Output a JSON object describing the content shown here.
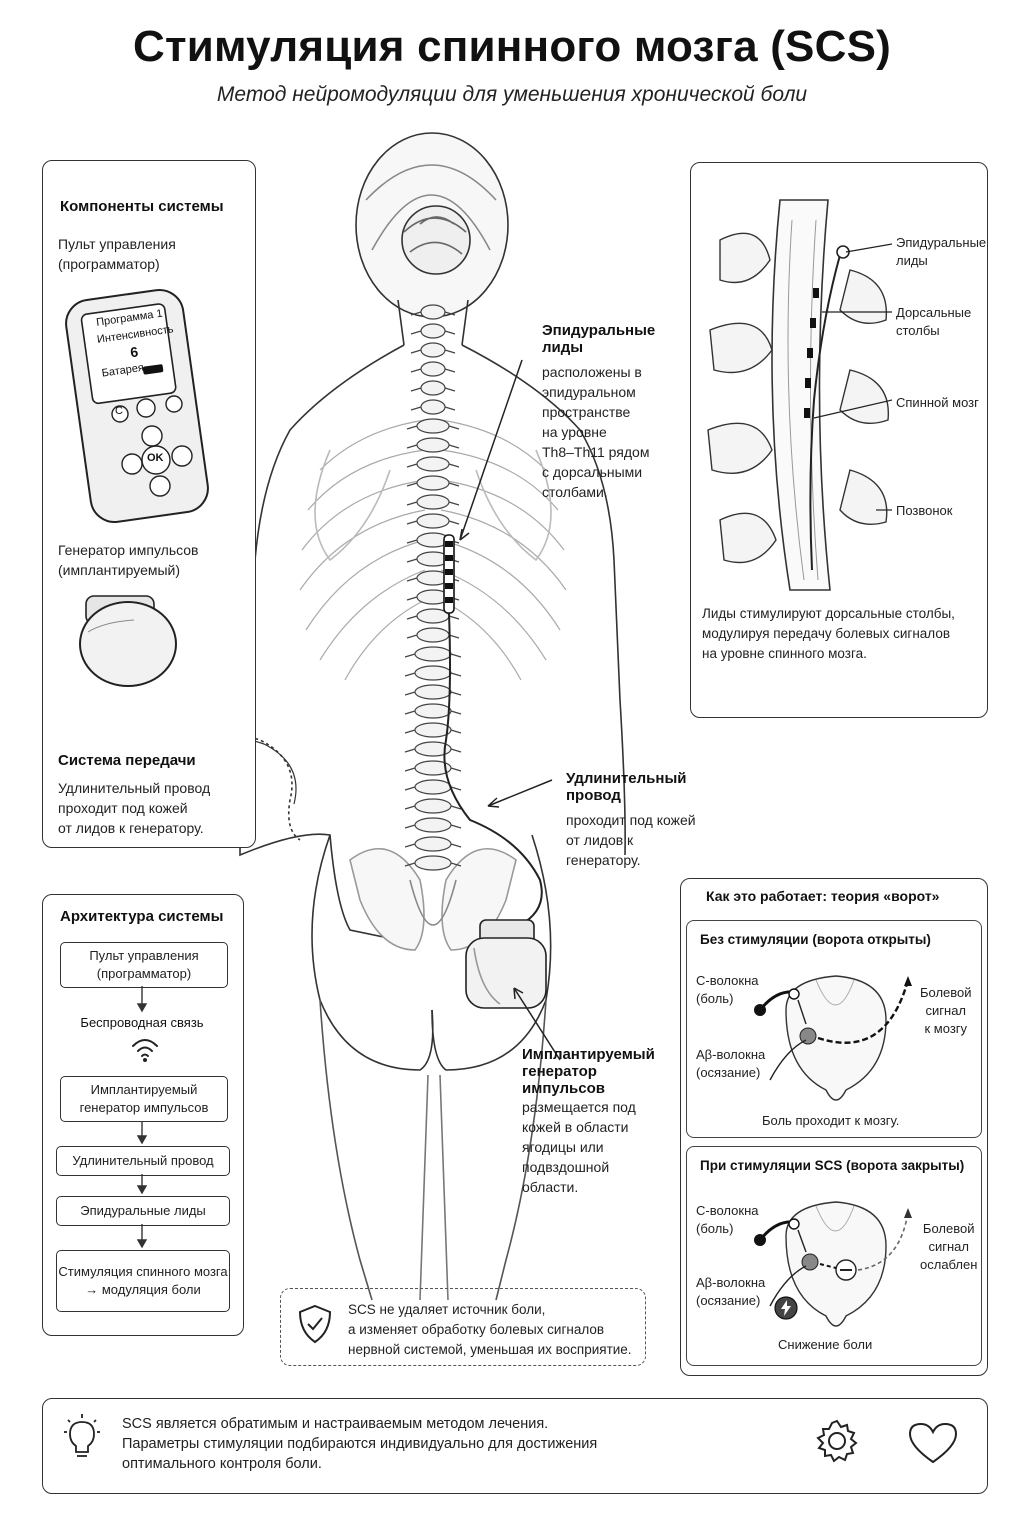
{
  "title": "Стимуляция спинного мозга (SCS)",
  "subtitle": "Метод нейромодуляции для уменьшения хронической боли",
  "components": {
    "heading": "Компоненты системы",
    "remote_label": [
      "Пульт управления",
      "(программатор)"
    ],
    "screen": {
      "program": "Программа 1",
      "intensity_label": "Интенсивность",
      "intensity_value": "6",
      "battery": "Батарея"
    },
    "buttons": {
      "ok": "OK",
      "back": "C"
    },
    "generator_label": [
      "Генератор импульсов",
      "(имплантируемый)"
    ],
    "transfer_heading": "Система передачи",
    "transfer_text": [
      "Удлинительный провод",
      "проходит под кожей",
      "от лидов к генератору."
    ]
  },
  "callouts": {
    "leads": {
      "title": [
        "Эпидуральные",
        "лиды"
      ],
      "text": [
        "расположены в",
        "эпидуральном",
        "пространстве",
        "на уровне",
        "Th8–Th11 рядом",
        "с дорсальными",
        "столбами."
      ]
    },
    "extension": {
      "title": [
        "Удлинительный",
        "провод"
      ],
      "text": [
        "проходит под кожей",
        "от лидов к",
        "генератору."
      ]
    },
    "ipg": {
      "title": [
        "Имплантируемый",
        "генератор",
        "импульсов"
      ],
      "text": [
        "размещается под",
        "кожей в области",
        "ягодицы или",
        "подвздошной",
        "области."
      ]
    }
  },
  "anatomy": {
    "labels": [
      [
        "Эпидуральные",
        "лиды"
      ],
      [
        "Дорсальные",
        "столбы"
      ],
      [
        "Спинной мозг"
      ],
      [
        "Позвонок"
      ]
    ],
    "caption": [
      "Лиды стимулируют дорсальные столбы,",
      "модулируя передачу болевых сигналов",
      "на уровне спинного мозга."
    ]
  },
  "architecture": {
    "heading": "Архитектура системы",
    "steps": [
      [
        "Пульт управления",
        "(программатор)"
      ],
      [
        "Беспроводная связь"
      ],
      [
        "Имплантируемый",
        "генератор импульсов"
      ],
      [
        "Удлинительный провод"
      ],
      [
        "Эпидуральные лиды"
      ],
      [
        "Стимуляция спинного мозга",
        "→ модуляция боли"
      ]
    ]
  },
  "note": [
    "SCS не удаляет источник боли,",
    "а изменяет обработку болевых сигналов",
    "нервной системой, уменьшая их восприятие."
  ],
  "gate": {
    "heading": "Как это работает: теория «ворот»",
    "open": {
      "title": "Без стимуляции (ворота открыты)",
      "c_fiber": [
        "С-волокна",
        "(боль)"
      ],
      "ab_fiber": [
        "Aβ-волокна",
        "(осязание)"
      ],
      "signal": [
        "Болевой",
        "сигнал",
        "к мозгу"
      ],
      "caption": "Боль проходит к мозгу."
    },
    "closed": {
      "title": "При стимуляции SCS (ворота закрыты)",
      "c_fiber": [
        "С-волокна",
        "(боль)"
      ],
      "ab_fiber": [
        "Aβ-волокна",
        "(осязание)"
      ],
      "signal": [
        "Болевой",
        "сигнал",
        "ослаблен"
      ],
      "caption": "Снижение боли"
    }
  },
  "footer": [
    "SCS является обратимым и настраиваемым методом лечения.",
    "Параметры стимуляции подбираются индивидуально для достижения",
    "оптимального контроля боли."
  ],
  "icons": [
    "bulb-icon",
    "shield-check-icon",
    "gear-icon",
    "heart-icon",
    "wifi-icon",
    "bolt-icon"
  ]
}
